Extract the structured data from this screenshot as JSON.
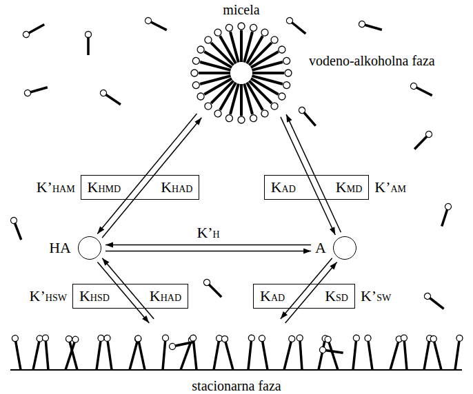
{
  "diagram": {
    "nodes": [
      {
        "text": [
          "micela"
        ]
      },
      {
        "text": [
          "K’HAM",
          "KHMD",
          "KHAD"
        ]
      },
      {
        "text": [
          "KAD",
          "KMD",
          "K’AM"
        ]
      },
      {
        "text": [
          "HA"
        ]
      },
      {
        "text": [
          "A"
        ]
      },
      {
        "text": [
          "K’HSW",
          "KHSD",
          "KHAD"
        ]
      },
      {
        "text": [
          "KAD",
          "KSD",
          "K’SW"
        ]
      },
      {
        "text": [
          "stacionarna faza"
        ]
      }
    ],
    "edges": [
      {
        "from": 0,
        "to": 3,
        "arrow": "both"
      },
      {
        "from": 0,
        "to": 4,
        "arrow": "both"
      },
      {
        "from": 3,
        "to": 4,
        "label": "K’H",
        "arrow": "both"
      },
      {
        "from": 3,
        "to": 7,
        "arrow": "both"
      },
      {
        "from": 4,
        "to": 7,
        "arrow": "both"
      }
    ],
    "labels": [
      "vodeno-alkoholna faza"
    ]
  }
}
